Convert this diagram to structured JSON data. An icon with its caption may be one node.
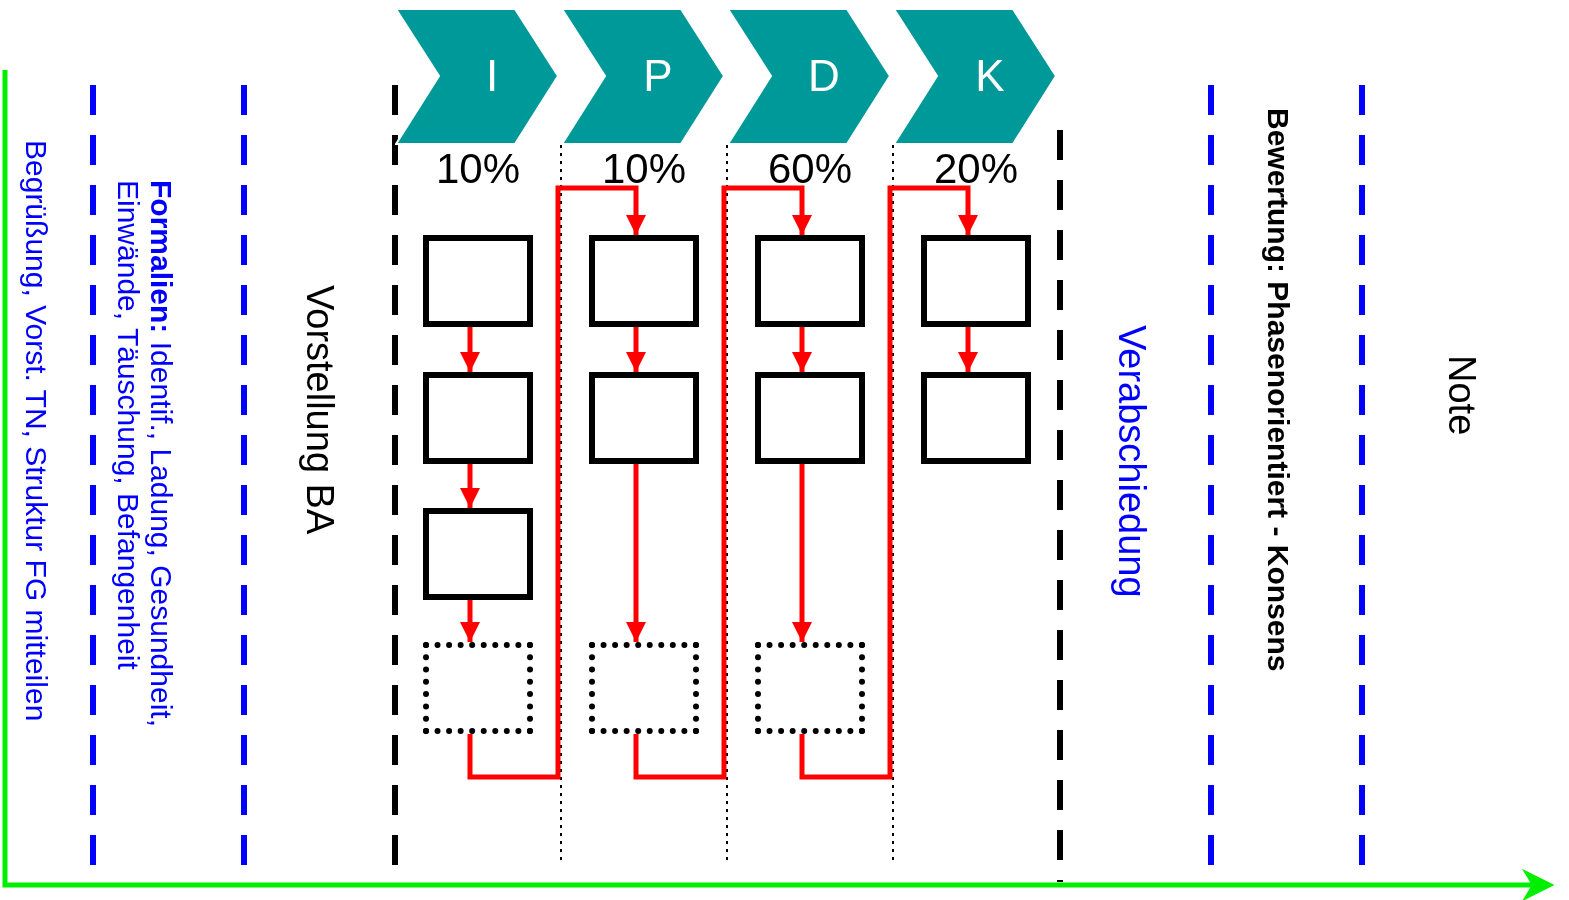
{
  "diagram": {
    "nodes": [
      {
        "text": [
          "I"
        ]
      },
      {
        "text": [
          "P"
        ]
      },
      {
        "text": [
          "D"
        ]
      },
      {
        "text": [
          "K"
        ]
      },
      {
        "text": [],
        "shape": "box"
      },
      {
        "text": [],
        "shape": "box"
      },
      {
        "text": [],
        "shape": "box"
      },
      {
        "text": [],
        "shape": "box"
      },
      {
        "text": [],
        "shape": "box"
      },
      {
        "text": [],
        "shape": "box"
      },
      {
        "text": [],
        "shape": "box"
      },
      {
        "text": [],
        "shape": "box"
      },
      {
        "text": [],
        "shape": "box"
      },
      {
        "text": [],
        "shape": "box"
      },
      {
        "text": [],
        "shape": "box"
      },
      {
        "text": [],
        "shape": "box"
      }
    ],
    "edges": [
      {
        "from": 4,
        "to": 5,
        "arrow": "to",
        "color": "#ff0000"
      },
      {
        "from": 5,
        "to": 6,
        "arrow": "to",
        "color": "#ff0000"
      },
      {
        "from": 6,
        "to": 7,
        "arrow": "to",
        "color": "#ff0000"
      },
      {
        "from": 7,
        "to": 8,
        "arrow": "to",
        "color": "#ff0000"
      },
      {
        "from": 8,
        "to": 9,
        "arrow": "to",
        "color": "#ff0000"
      },
      {
        "from": 9,
        "to": 10,
        "arrow": "to",
        "color": "#ff0000"
      },
      {
        "from": 10,
        "to": 11,
        "arrow": "to",
        "color": "#ff0000"
      },
      {
        "from": 11,
        "to": 12,
        "arrow": "to",
        "color": "#ff0000"
      },
      {
        "from": 12,
        "to": 13,
        "arrow": "to",
        "color": "#ff0000"
      },
      {
        "from": 13,
        "to": 14,
        "arrow": "to",
        "color": "#ff0000"
      },
      {
        "from": 14,
        "to": 15,
        "arrow": "to",
        "color": "#ff0000"
      }
    ],
    "labels": [
      "10%",
      "10%",
      "60%",
      "20%",
      "Begrüßung, Vorst. TN, Struktur FG mitteilen",
      "**Formalien:** Identif., Ladung, Gesundheit, Einwände, Täuschung, Befangenheit",
      "Vorstellung BA",
      "Verabschiedung",
      "Bewertung: Phasenorientiert - Konsens",
      "Note"
    ]
  }
}
